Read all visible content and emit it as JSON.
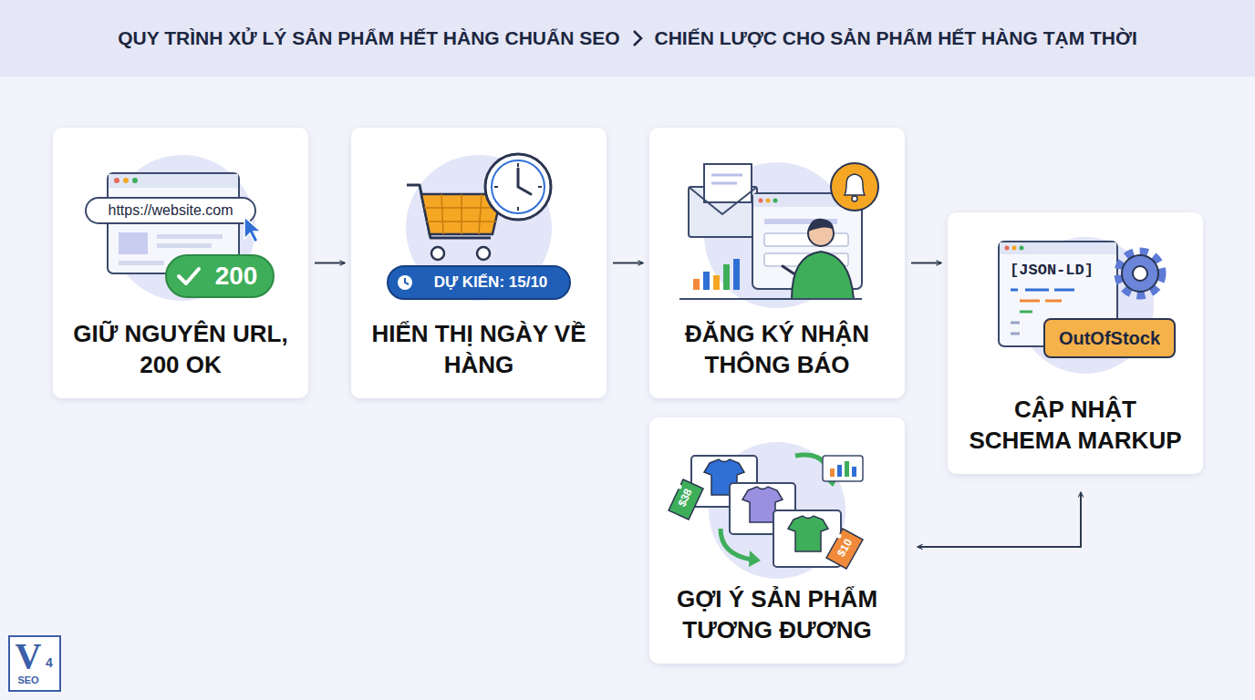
{
  "diagram": {
    "title": "QUY TRÌNH XỬ LÝ SẢN PHẨM HẾT HÀNG CHUẨN SEO",
    "nodes": [
      {
        "text": [
          "GIỮ NGUYÊN URL, 200 OK"
        ]
      },
      {
        "text": [
          "HIỂN THỊ NGÀY VỀ HÀNG"
        ]
      },
      {
        "text": [
          "ĐĂNG KÝ NHẬN THÔNG BÁO"
        ]
      },
      {
        "text": [
          "CẬP NHẬT SCHEMA MARKUP"
        ]
      },
      {
        "text": [
          "GỢI Ý SẢN PHẨM TƯƠNG ĐƯƠNG"
        ]
      }
    ],
    "edges": [
      {
        "from": 0,
        "to": 1,
        "arrow": "to"
      },
      {
        "from": 1,
        "to": 2,
        "arrow": "to"
      },
      {
        "from": 2,
        "to": 3,
        "arrow": "to"
      },
      {
        "from": 3,
        "to": 4,
        "arrow": "both"
      }
    ],
    "labels": [
      "CHIẾN LƯỢC CHO SẢN PHẨM HẾT HÀNG TẠM THỜI",
      "https://website.com",
      "200",
      "DỰ KIẾN: 15/10",
      "[JSON-LD]",
      "OutOfStock",
      "$38",
      "$10",
      "V",
      "4",
      "SEO"
    ]
  }
}
